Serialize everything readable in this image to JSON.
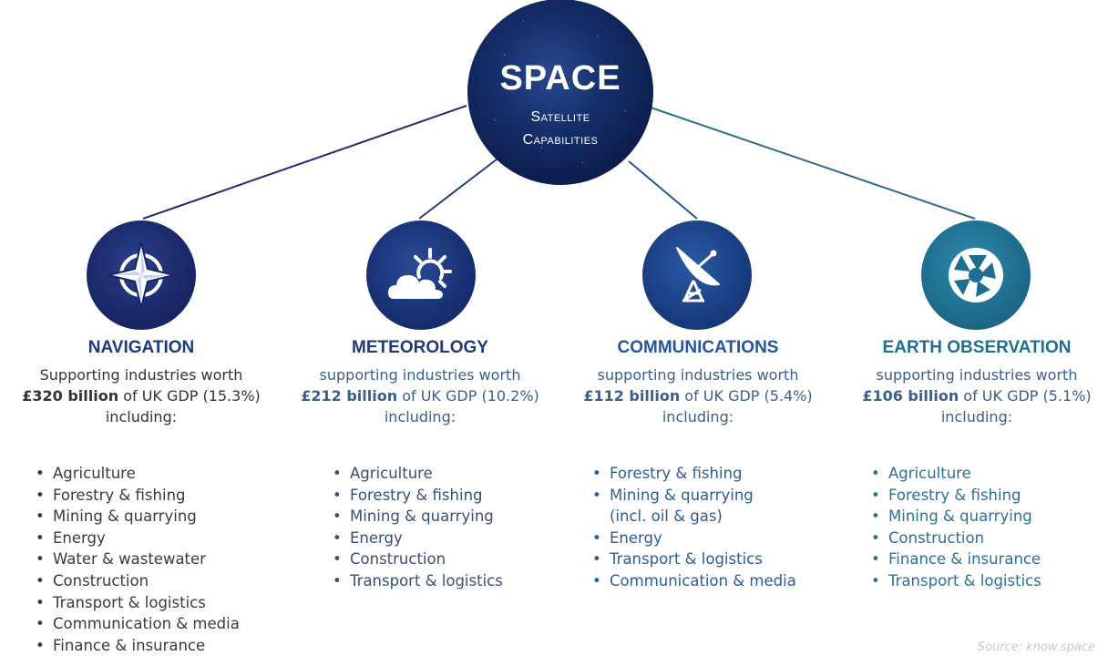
{
  "hub": {
    "title": "SPACE",
    "subtitle_line1": "Satellite",
    "subtitle_line2": "Capabilities"
  },
  "categories": [
    {
      "key": "navigation",
      "icon": "compass-icon",
      "title": "NAVIGATION",
      "lead": "Supporting industries worth",
      "amount": "£320 billion",
      "share": " of UK GDP (15.3%)",
      "tail": "including:",
      "items": [
        "Agriculture",
        "Forestry & fishing",
        "Mining & quarrying",
        "Energy",
        "Water & wastewater",
        "Construction",
        "Transport & logistics",
        "Communication & media",
        "Finance & insurance"
      ]
    },
    {
      "key": "meteorology",
      "icon": "sun-cloud-icon",
      "title": "METEOROLOGY",
      "lead": "supporting industries worth",
      "amount": "£212 billion",
      "share": " of UK GDP (10.2%)",
      "tail": "including:",
      "items": [
        "Agriculture",
        "Forestry & fishing",
        "Mining & quarrying",
        "Energy",
        "Construction",
        "Transport & logistics"
      ]
    },
    {
      "key": "communications",
      "icon": "satellite-dish-icon",
      "title": "COMMUNICATIONS",
      "lead": "supporting industries worth",
      "amount": "£112 billion",
      "share": " of UK GDP (5.4%)",
      "tail": "including:",
      "items": [
        "Forestry & fishing",
        "Mining & quarrying",
        "(incl. oil & gas)",
        "Energy",
        "Transport & logistics",
        "Communication & media"
      ]
    },
    {
      "key": "earth-observation",
      "icon": "camera-aperture-icon",
      "title": "EARTH OBSERVATION",
      "lead": "supporting industries worth",
      "amount": "£106 billion",
      "share": " of UK GDP (5.1%)",
      "tail": "including:",
      "items": [
        "Agriculture",
        "Forestry & fishing",
        "Mining & quarrying",
        "Construction",
        "Finance & insurance",
        "Transport & logistics"
      ]
    }
  ],
  "source": "Source: know.space",
  "colors": {
    "navy": "#1e3a7a",
    "communications": "#2455a0",
    "earth_observation": "#1f6f91",
    "connector_left": "#2a2a6e",
    "connector_right": "#2a6f8a"
  }
}
